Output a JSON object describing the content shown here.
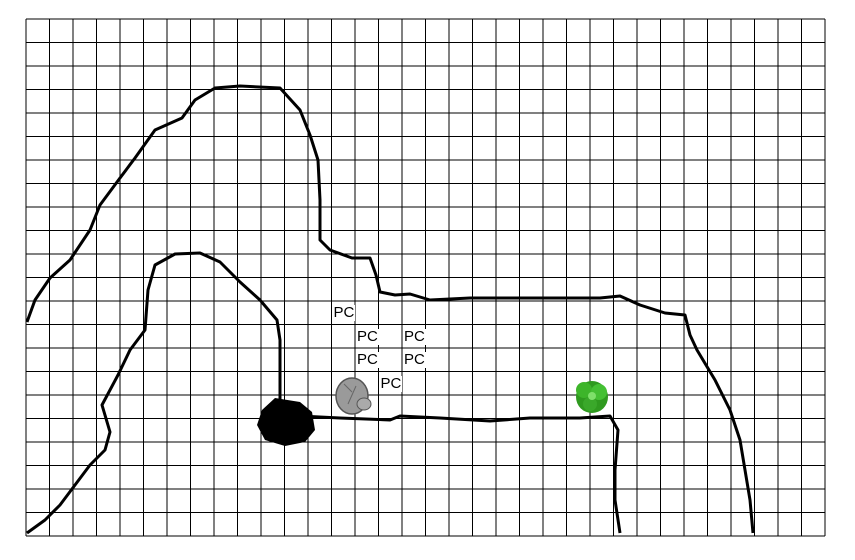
{
  "map": {
    "grid": {
      "columns": 34,
      "rows": 22
    },
    "tokens": [
      {
        "label": "PC",
        "col": 13,
        "row": 12
      },
      {
        "label": "PC",
        "col": 14,
        "row": 13
      },
      {
        "label": "PC",
        "col": 16,
        "row": 13
      },
      {
        "label": "PC",
        "col": 14,
        "row": 14
      },
      {
        "label": "PC",
        "col": 16,
        "row": 14
      },
      {
        "label": "PC",
        "col": 15,
        "row": 15
      }
    ],
    "colors": {
      "wall": "#000000",
      "grid": "#000000",
      "boulder": "#999999",
      "bush": "#33aa22",
      "pit": "#000000"
    }
  }
}
